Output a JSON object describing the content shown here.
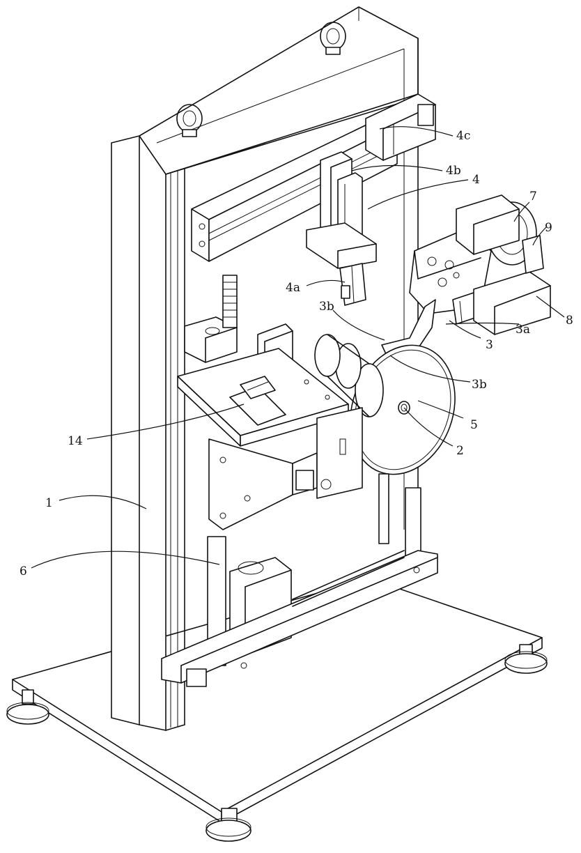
{
  "figure": {
    "labels": {
      "l1": "1",
      "l2": "2",
      "l3": "3",
      "l3a": "3a",
      "l3b_upper": "3b",
      "l3b_lower": "3b",
      "l4": "4",
      "l4a": "4a",
      "l4b": "4b",
      "l4c": "4c",
      "l5": "5",
      "l6": "6",
      "l7": "7",
      "l8": "8",
      "l9": "9",
      "l14": "14"
    }
  }
}
